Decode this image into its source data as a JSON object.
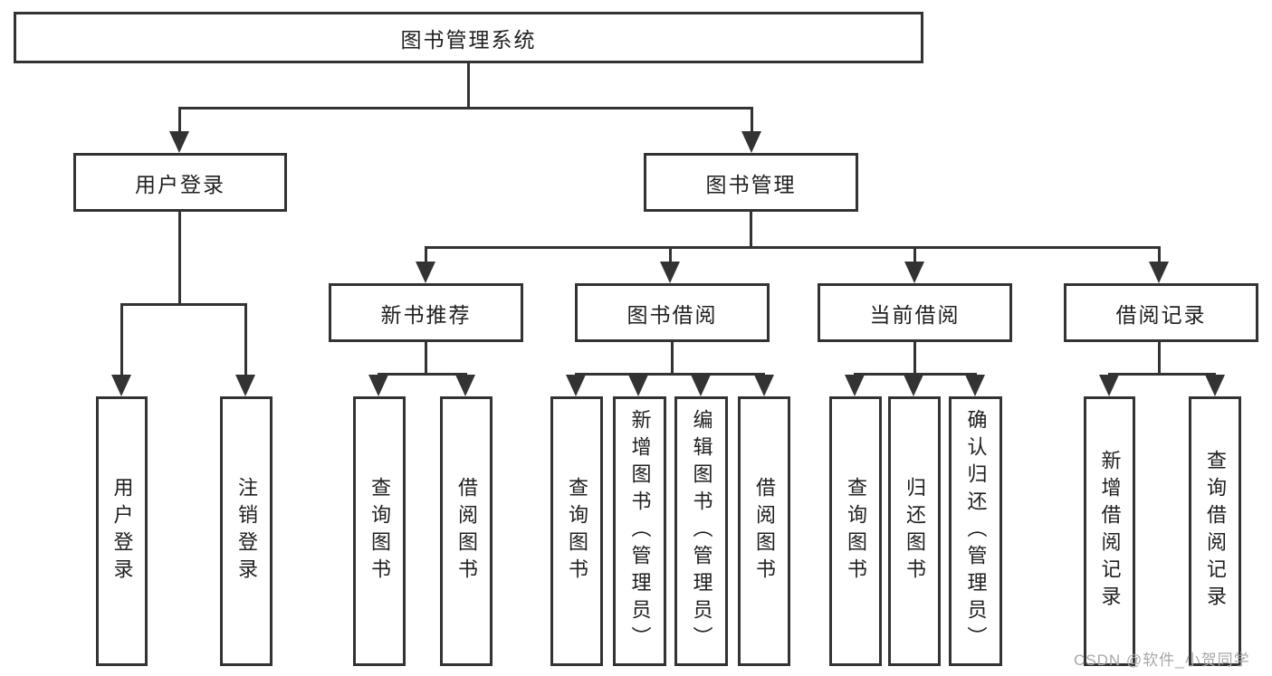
{
  "diagram": {
    "title": "图书管理系统",
    "watermark": "CSDN @软件_小贺同学",
    "colors": {
      "line": "#333333",
      "box_border": "#333333",
      "text": "#1f1f1f",
      "watermark": "#a8a8a8",
      "background": "#ffffff"
    },
    "nodes": {
      "root": "图书管理系统",
      "user_login": "用户登录",
      "book_mgmt": "图书管理",
      "new_book_rec": "新书推荐",
      "book_borrow": "图书借阅",
      "current_borrow": "当前借阅",
      "borrow_records": "借阅记录",
      "leaf_user_login": "用户登录",
      "leaf_logout": "注销登录",
      "leaf_rec_query_book": "查询图书",
      "leaf_rec_borrow_book": "借阅图书",
      "leaf_bb_query_book": "查询图书",
      "leaf_bb_add_book": "新增图书（管理员）",
      "leaf_bb_edit_book": "编辑图书（管理员）",
      "leaf_bb_borrow_book": "借阅图书",
      "leaf_cb_query_book": "查询图书",
      "leaf_cb_return_book": "归还图书",
      "leaf_cb_confirm_return": "确认归还（管理员）",
      "leaf_br_add_record": "新增借阅记录",
      "leaf_br_query_record": "查询借阅记录"
    }
  }
}
